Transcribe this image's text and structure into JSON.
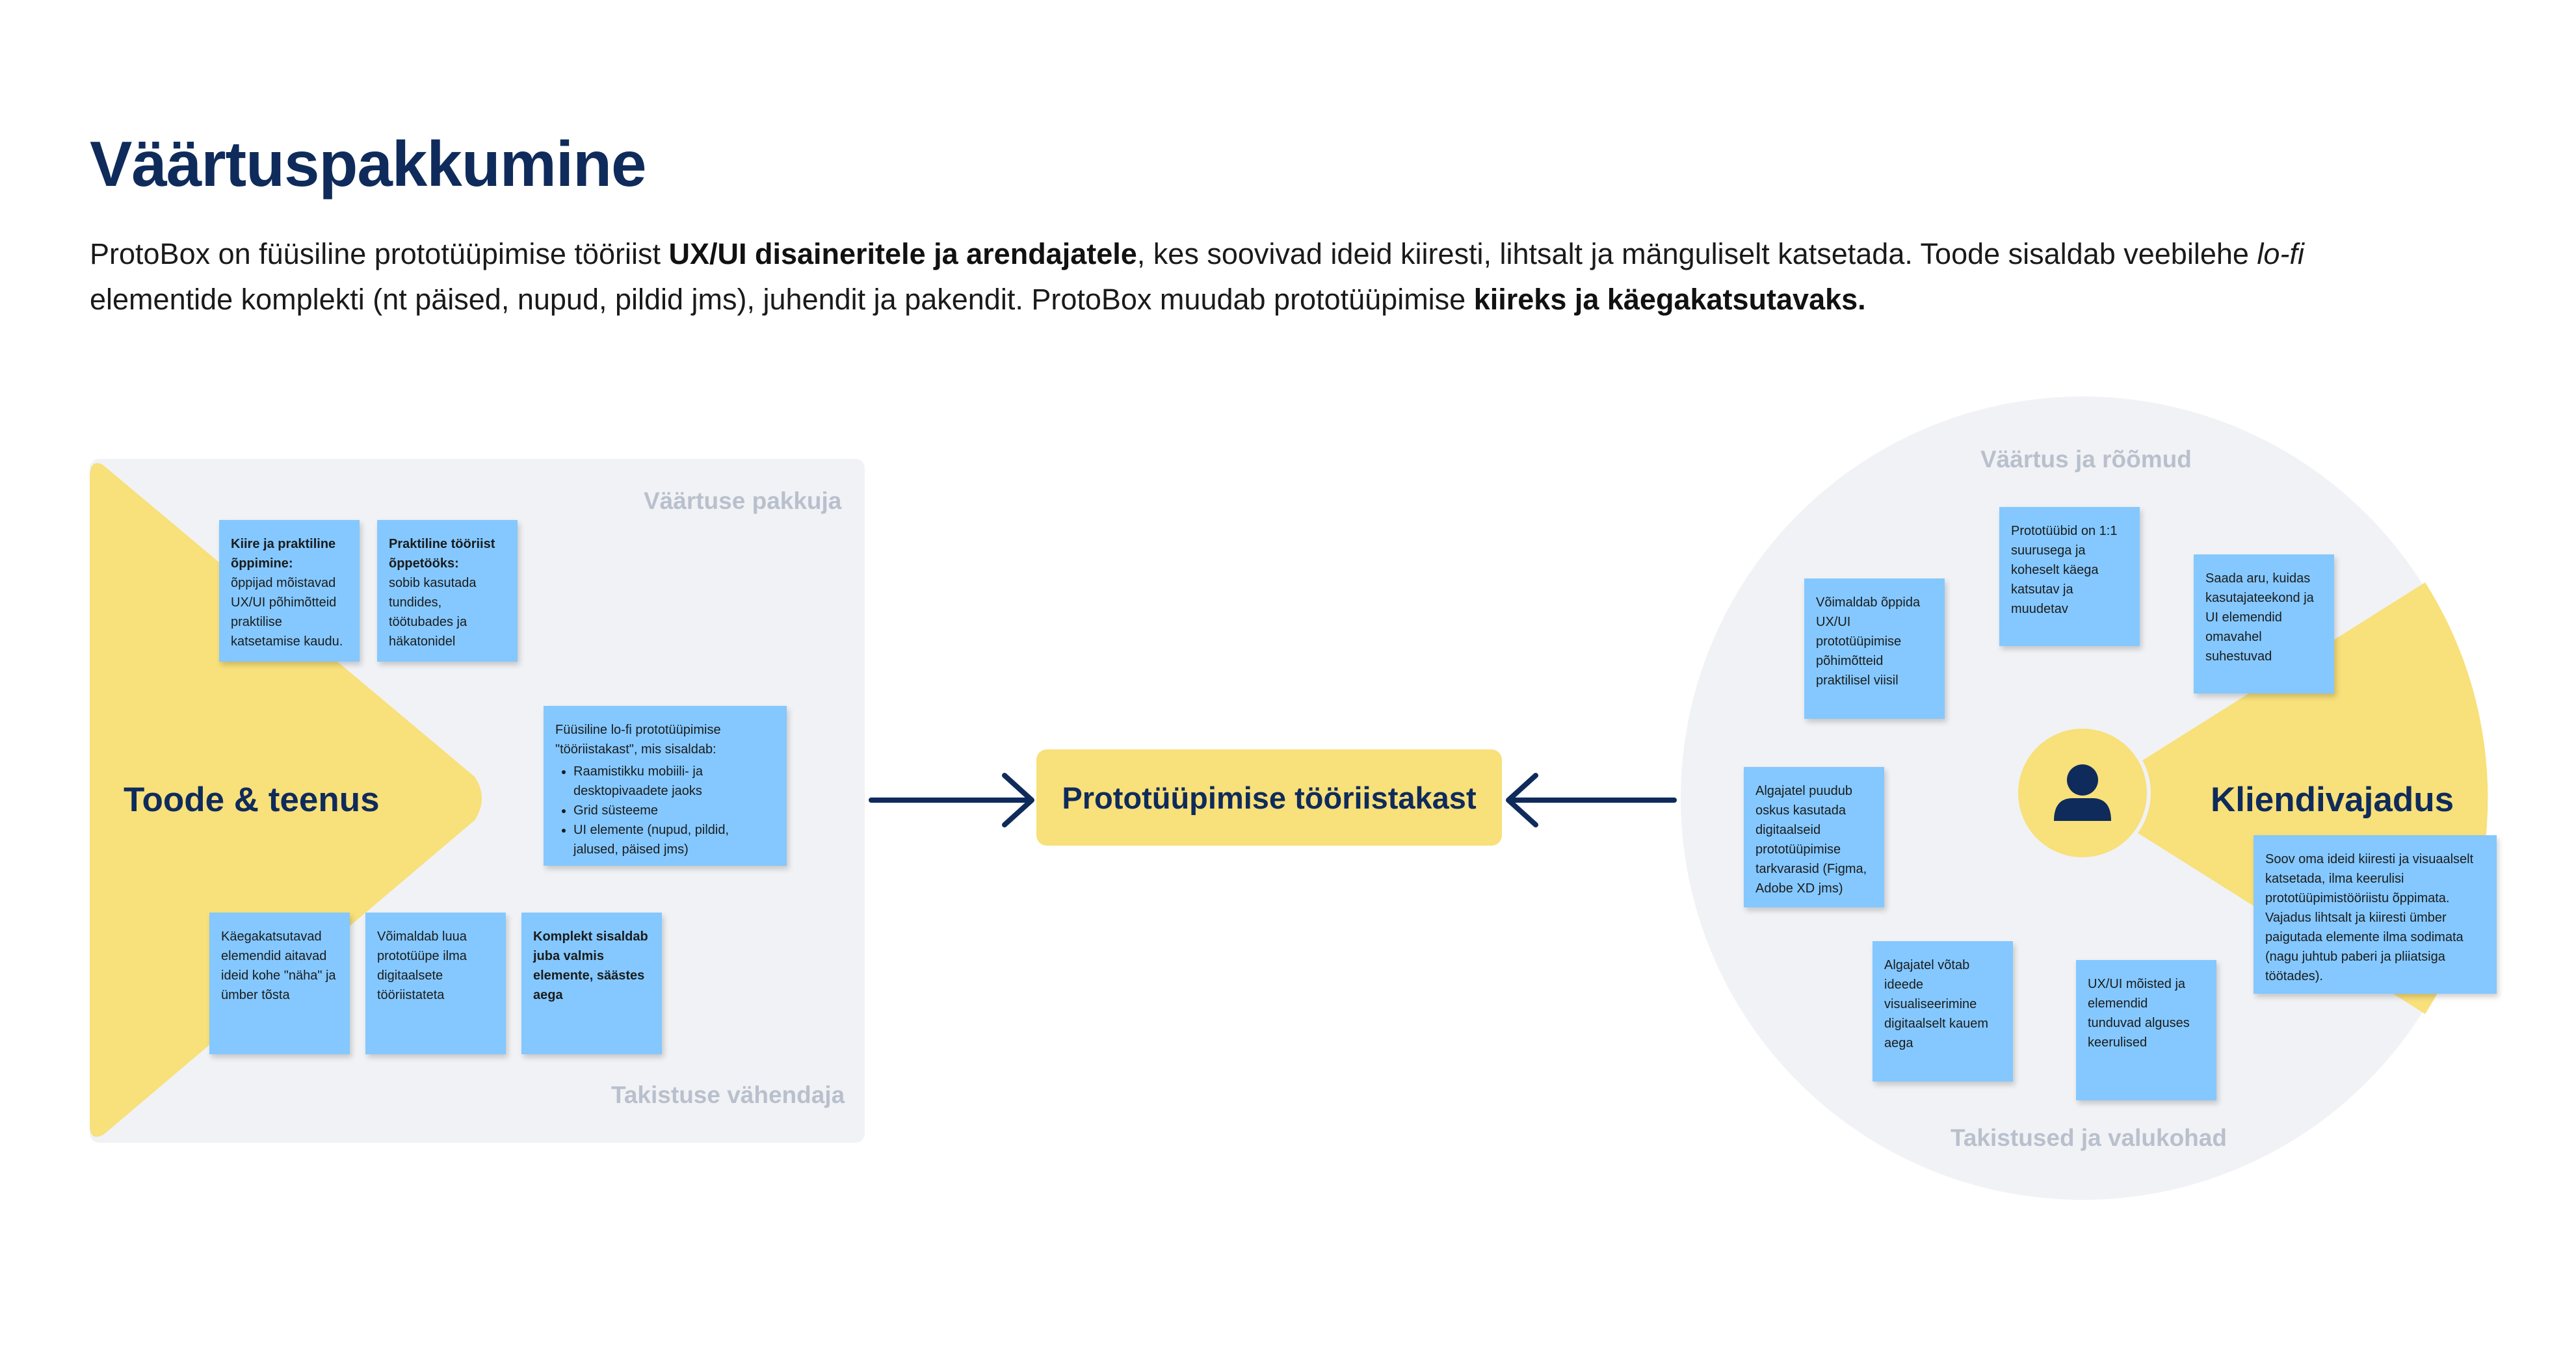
{
  "header": {
    "title": "Väärtuspakkumine",
    "intro_1": "ProtoBox on füüsiline prototüüpimise tööriist ",
    "intro_2": "UX/UI disaineritele ja arendajatele",
    "intro_3": ", kes soovivad ideid kiiresti, lihtsalt ja mänguliselt katsetada. Toode sisaldab veebilehe ",
    "intro_4": "lo-fi",
    "intro_5": " elementide komplekti (nt päised, nupud, pildid jms), juhendit ja pakendit. ProtoBox muudab prototüüpimise ",
    "intro_6": "kiireks ja käegakatsutavaks."
  },
  "left_panel": {
    "label_top": "Väärtuse pakkuja",
    "label_bottom": "Takistuse vähendaja",
    "product_label": "Toode & teenus",
    "notes": {
      "n1_bold": "Kiire ja praktiline õppimine:",
      "n1_text": "õppijad mõistavad UX/UI põhimõtteid praktilise katsetamise kaudu.",
      "n2_bold": "Praktiline tööriist õppetööks:",
      "n2_text": "sobib kasutada tundides, töötubades ja häkatonidel",
      "n3_text": "Füüsiline lo-fi prototüüpimise \"tööriistakast\", mis sisaldab:",
      "n3_items": [
        "Raamistikku mobiili- ja desktopivaadete jaoks",
        "Grid süsteeme",
        "UI elemente (nupud, pildid, jalused, päised jms)"
      ],
      "n4_text": "Käegakatsutavad elemendid aitavad ideid kohe \"näha\" ja ümber tõsta",
      "n5_text": "Võimaldab luua prototüüpe ilma digitaalsete tööriistateta",
      "n6_bold": "Komplekt sisaldab juba valmis elemente, säästes aega"
    }
  },
  "center": {
    "label": "Prototüüpimise tööriistakast"
  },
  "right_panel": {
    "label_top": "Väärtus ja rõõmud",
    "label_bottom": "Takistused ja valukohad",
    "customer_label": "Kliendivajadus",
    "notes": {
      "r1": "Prototüübid on 1:1 suurusega ja koheselt käega katsutav ja muudetav",
      "r2": "Võimaldab õppida UX/UI prototüüpimise põhimõtteid praktilisel viisil",
      "r3": "Saada aru, kuidas kasutajateekond ja UI elemendid omavahel suhestuvad",
      "r4": "Algajatel puudub oskus kasutada digitaalseid prototüüpimise tarkvarasid (Figma, Adobe XD jms)",
      "r5": "Soov oma ideid kiiresti ja visuaalselt katsetada, ilma keerulisi prototüüpimistööriistu õppimata. Vajadus lihtsalt ja kiiresti ümber paigutada elemente ilma sodimata (nagu juhtub paberi ja pliiatsiga töötades).",
      "r6": "Algajatel võtab ideede visualiseerimine digitaalselt kauem aega",
      "r7": "UX/UI mõisted ja elemendid tunduvad alguses keerulised"
    }
  },
  "icons": {
    "user": "user-icon",
    "arrow_right": "arrow-right-icon",
    "arrow_left": "arrow-left-icon"
  },
  "colors": {
    "navy": "#0f2b5b",
    "yellow": "#f8e07a",
    "panel_grey": "#f1f2f5",
    "note_blue": "#84c8ff",
    "label_grey": "#b9c0cd"
  }
}
